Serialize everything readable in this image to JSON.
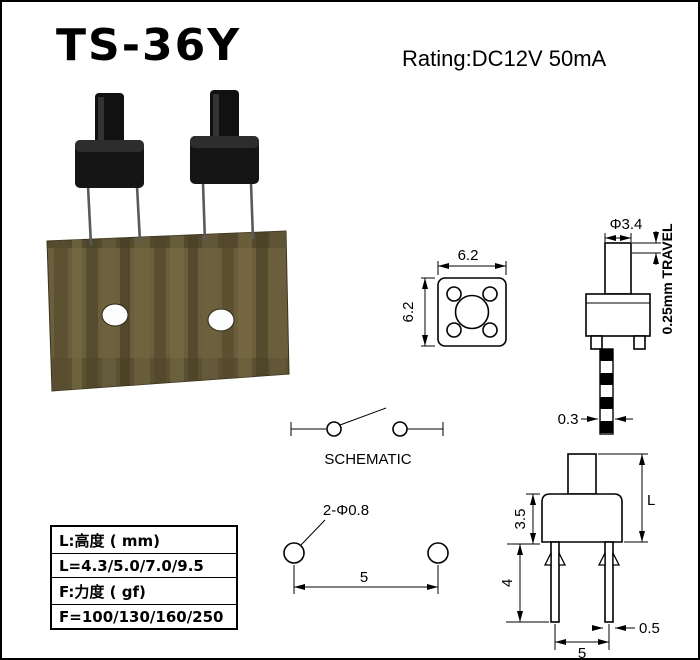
{
  "header": {
    "title": "TS-36Y",
    "rating": "Rating:DC12V 50mA"
  },
  "drawings": {
    "top_view": {
      "width": "6.2",
      "height": "6.2"
    },
    "side_view": {
      "button_dia": "Φ3.4",
      "travel": "0.25mm TRAVEL",
      "terminal_thickness": "0.3"
    },
    "schematic": {
      "label": "SCHEMATIC"
    },
    "pin_layout": {
      "holes": "2-Φ0.8",
      "pitch": "5"
    },
    "front_view": {
      "total_height": "L",
      "body_height": "3.5",
      "leg_length": "4",
      "pin_pitch": "5",
      "leg_width": "0.5"
    }
  },
  "spec_box": {
    "rows": [
      "L:高度 ( mm)",
      "L=4.3/5.0/7.0/9.5",
      "F:力度 ( gf)",
      "F=100/130/160/250"
    ]
  },
  "colors": {
    "line": "#000000",
    "cardboard": "#6a5e3c",
    "switch_body": "#151515"
  }
}
